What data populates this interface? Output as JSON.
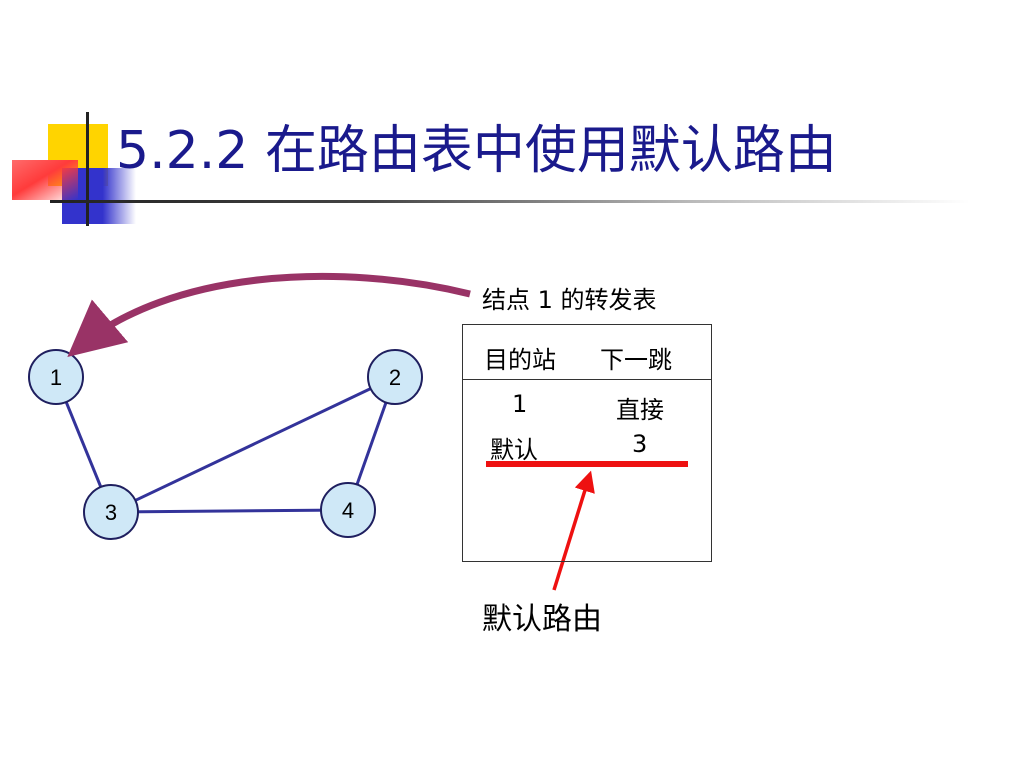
{
  "title": "5.2.2  在路由表中使用默认路由",
  "graph": {
    "nodes": [
      {
        "id": "1",
        "label": "1"
      },
      {
        "id": "2",
        "label": "2"
      },
      {
        "id": "3",
        "label": "3"
      },
      {
        "id": "4",
        "label": "4"
      }
    ],
    "edges": [
      {
        "from": "1",
        "to": "3"
      },
      {
        "from": "3",
        "to": "2"
      },
      {
        "from": "2",
        "to": "4"
      },
      {
        "from": "3",
        "to": "4"
      }
    ],
    "node_fill": "#cfe8f7",
    "node_stroke": "#1f1f5f",
    "edge_color": "#33339a"
  },
  "table": {
    "caption": "结点 1 的转发表",
    "headers": [
      "目的站",
      "下一跳"
    ],
    "rows": [
      [
        "1",
        "直接"
      ],
      [
        "默认",
        "3"
      ]
    ]
  },
  "callout": {
    "label": "默认路由",
    "color": "#ee1111"
  },
  "arrow_to_node1_color": "#993366",
  "title_color": "#1a1a8c"
}
